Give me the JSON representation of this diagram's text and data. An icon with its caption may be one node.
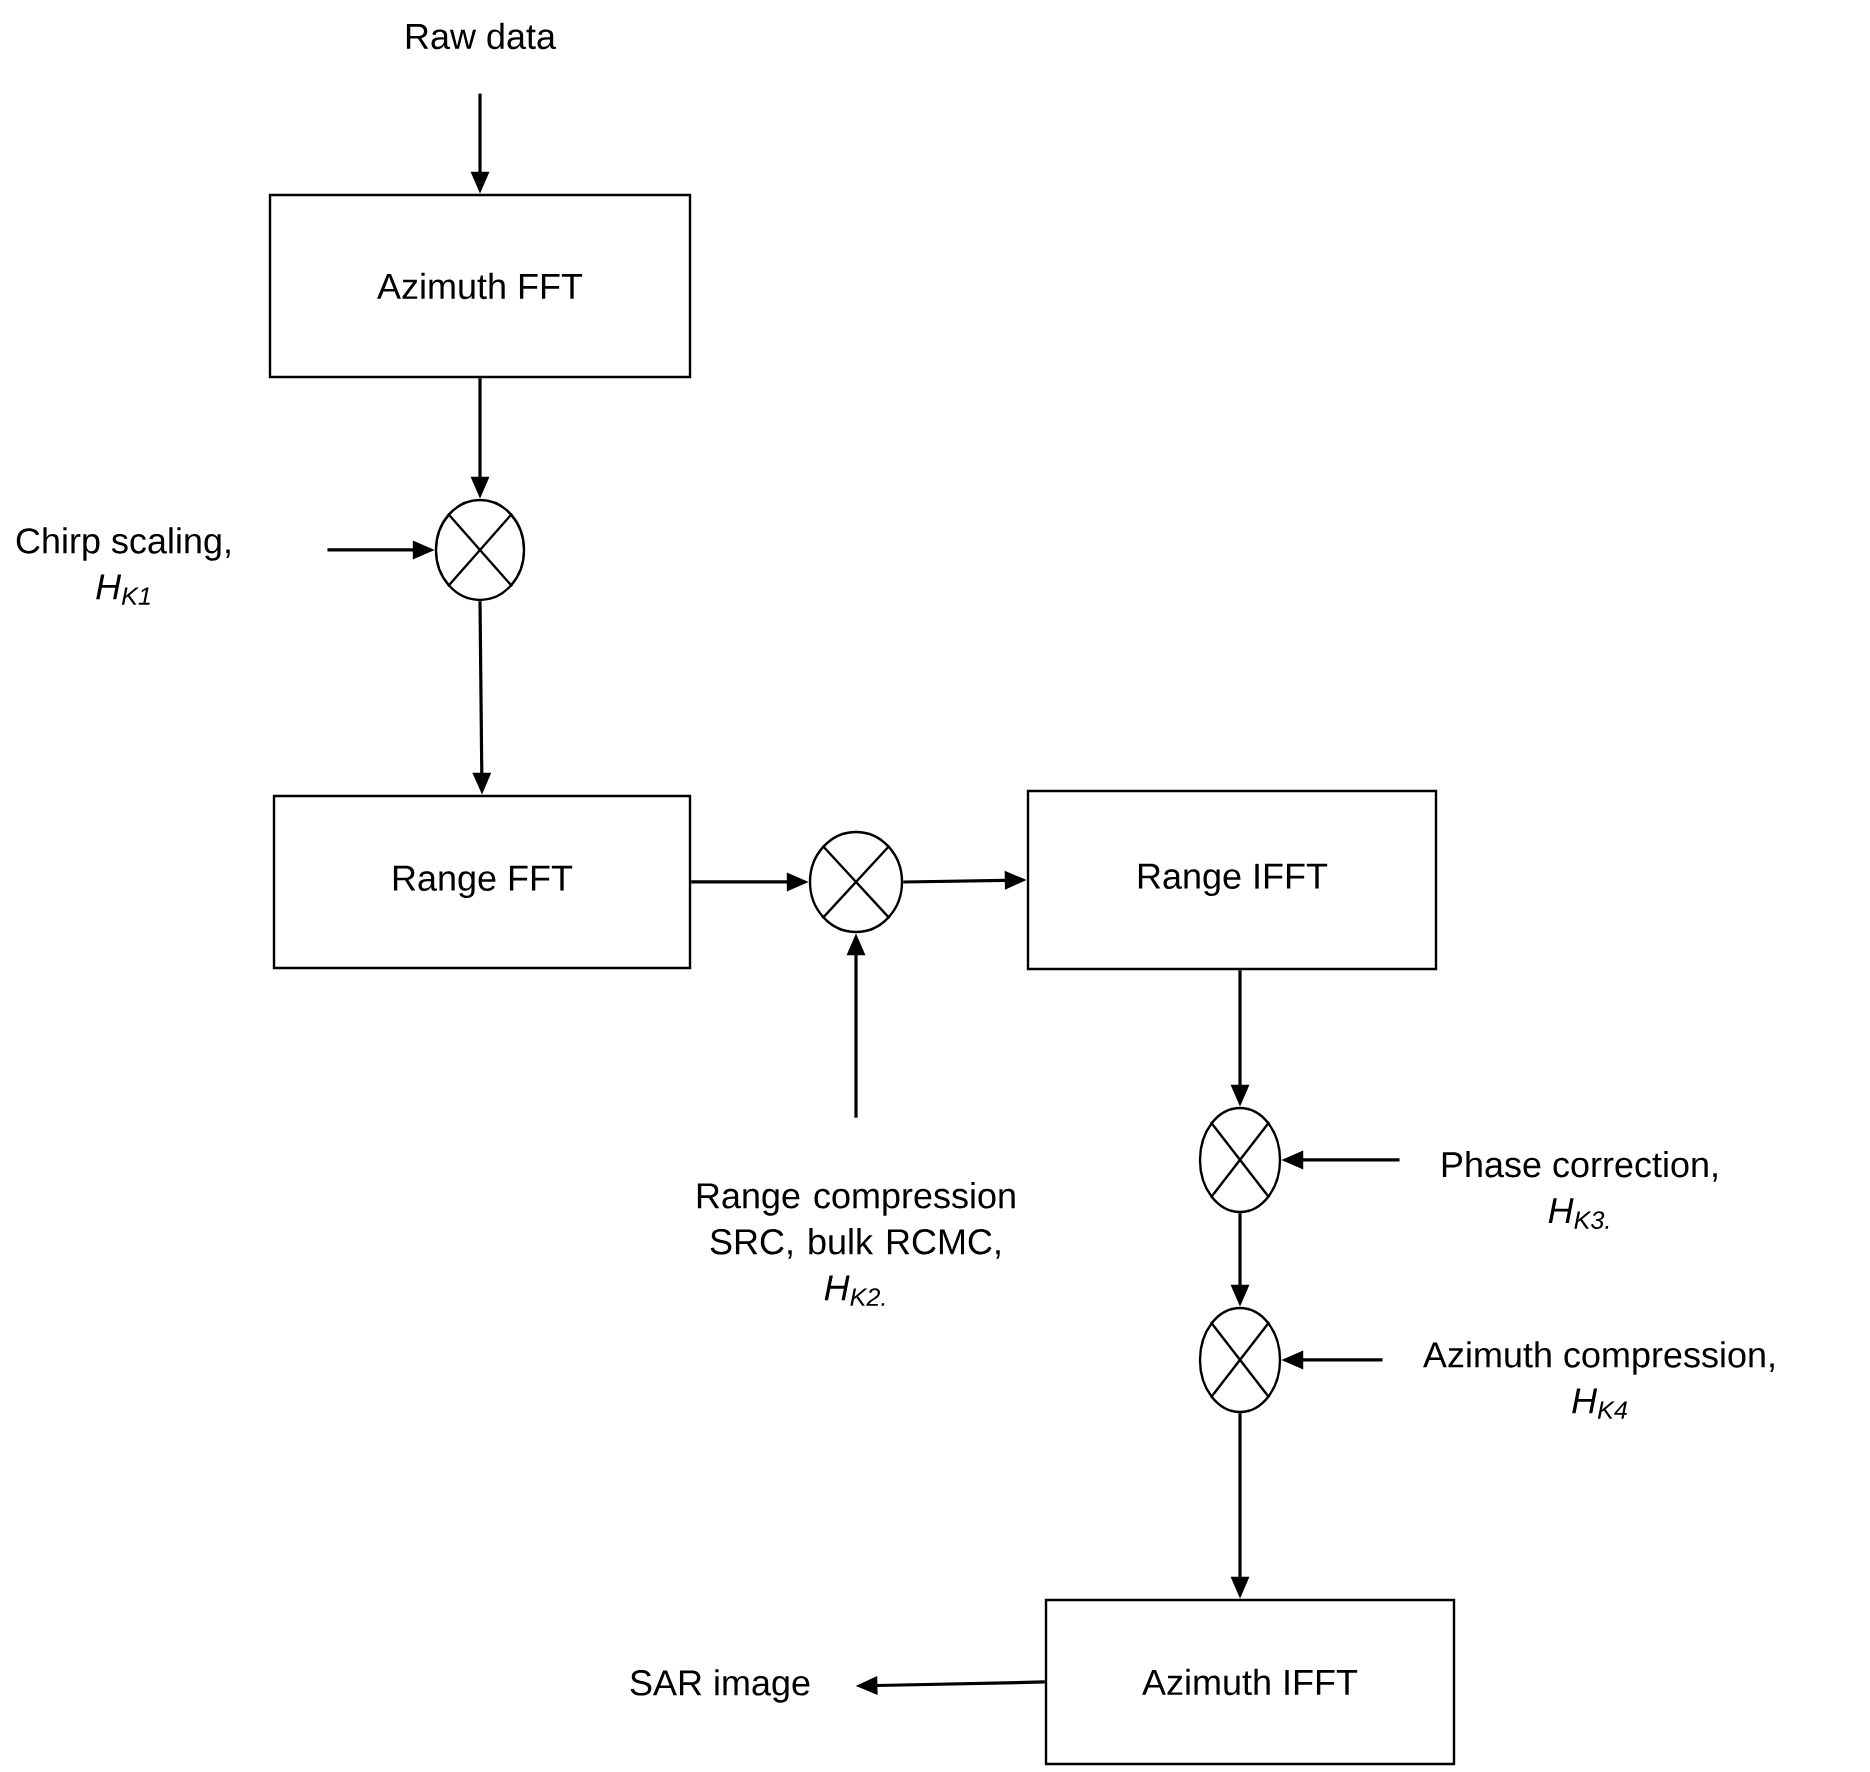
{
  "diagram": {
    "nodes": [
      {
        "text": [
          "Raw data"
        ]
      },
      {
        "text": [
          "Azimuth FFT"
        ]
      },
      {
        "text": [
          "Chirp scaling,",
          "H$_{K1}$"
        ]
      },
      {
        "text": [],
        "shape": "circle"
      },
      {
        "text": [
          "Range FFT"
        ]
      },
      {
        "text": [],
        "shape": "circle"
      },
      {
        "text": [
          "Range IFFT"
        ]
      },
      {
        "text": [
          "Range compression SRC, bulk RCMC,",
          "H$_{K2.}$"
        ]
      },
      {
        "text": [],
        "shape": "circle"
      },
      {
        "text": [
          "Phase correction,",
          "H$_{K3.}$"
        ]
      },
      {
        "text": [],
        "shape": "circle"
      },
      {
        "text": [
          "Azimuth compression,",
          "H$_{K4}$"
        ]
      },
      {
        "text": [
          "Azimuth IFFT"
        ]
      },
      {
        "text": [
          "SAR image"
        ]
      }
    ],
    "edges": [
      {
        "from": 0,
        "to": 1,
        "arrow": "to"
      },
      {
        "from": 1,
        "to": 3,
        "arrow": "to"
      },
      {
        "from": 2,
        "to": 3,
        "arrow": "to"
      },
      {
        "from": 3,
        "to": 4,
        "arrow": "to"
      },
      {
        "from": 4,
        "to": 5,
        "arrow": "to"
      },
      {
        "from": 7,
        "to": 5,
        "arrow": "to"
      },
      {
        "from": 5,
        "to": 6,
        "arrow": "to"
      },
      {
        "from": 6,
        "to": 8,
        "arrow": "to"
      },
      {
        "from": 9,
        "to": 8,
        "arrow": "to"
      },
      {
        "from": 8,
        "to": 10,
        "arrow": "to"
      },
      {
        "from": 11,
        "to": 10,
        "arrow": "to"
      },
      {
        "from": 10,
        "to": 12,
        "arrow": "to"
      },
      {
        "from": 12,
        "to": 13,
        "arrow": "to"
      }
    ]
  }
}
